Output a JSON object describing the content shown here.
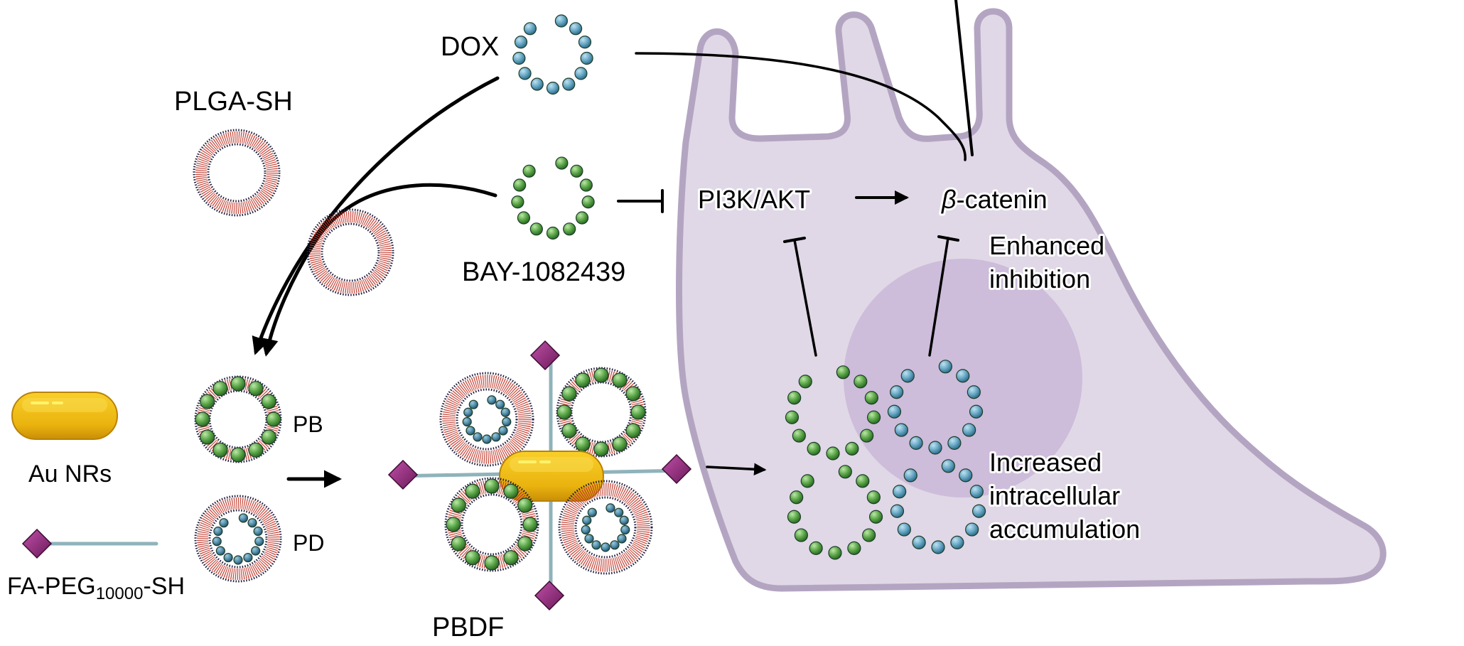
{
  "figure": {
    "type": "schematic",
    "description": "Nanoparticle assembly and intracellular drug delivery mechanism"
  },
  "components": {
    "dox": {
      "label": "DOX",
      "color": "#6aa9c6"
    },
    "plga": {
      "label": "PLGA-SH"
    },
    "bay": {
      "label": "BAY-1082439",
      "color": "#4f9a3f"
    },
    "au": {
      "label": "Au NRs",
      "color": "#f2b90f"
    },
    "fapeg": {
      "label_main": "FA-PEG",
      "label_sub": "10000",
      "label_tail": "-SH",
      "color": "#8e2a78"
    }
  },
  "particles": {
    "pb": {
      "label": "PB"
    },
    "pd": {
      "label": "PD"
    },
    "pbdf": {
      "label": "PBDF"
    }
  },
  "cell": {
    "fill": "#e0d8e6",
    "membrane": "#b3a5c2",
    "nucleus": "#cbb9d8",
    "pathway": {
      "upstream": "PI3K/AKT",
      "downstream_symbol": "β",
      "downstream_text": "-catenin"
    },
    "annotations": {
      "inhibition_line1": "Enhanced",
      "inhibition_line2": "inhibition",
      "accum_line1": "Increased",
      "accum_line2": "intracellular",
      "accum_line3": "accumulation"
    }
  }
}
